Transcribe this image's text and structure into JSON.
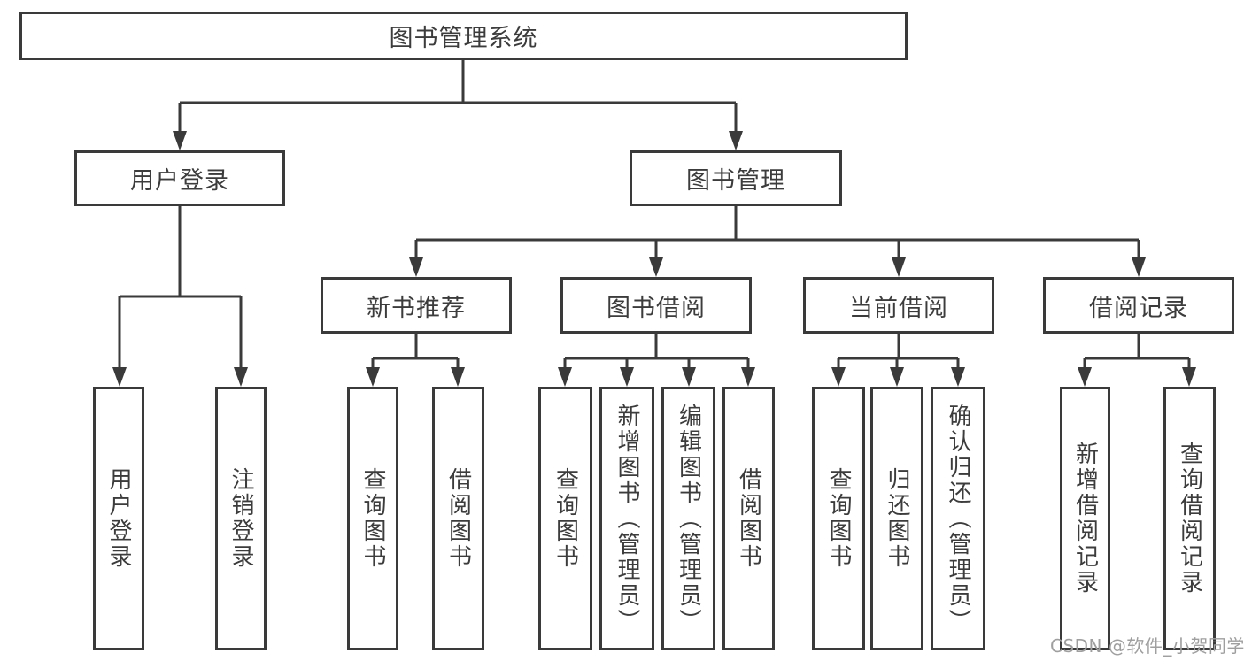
{
  "diagram": {
    "root": "图书管理系统",
    "branches": [
      {
        "label": "用户登录",
        "leaves": [
          "用户登录",
          "注销登录"
        ]
      },
      {
        "label": "图书管理",
        "children": [
          {
            "label": "新书推荐",
            "leaves": [
              "查询图书",
              "借阅图书"
            ]
          },
          {
            "label": "图书借阅",
            "leaves": [
              "查询图书",
              "新增图书（管理员）",
              "编辑图书（管理员）",
              "借阅图书"
            ]
          },
          {
            "label": "当前借阅",
            "leaves": [
              "查询图书",
              "归还图书",
              "确认归还（管理员）"
            ]
          },
          {
            "label": "借阅记录",
            "leaves": [
              "新增借阅记录",
              "查询借阅记录"
            ]
          }
        ]
      }
    ]
  },
  "watermark": "CSDN @软件_小贺同学",
  "colors": {
    "line": "#3a3a3a",
    "text": "#3c3c3c",
    "watermark": "#9f9f9f",
    "background": "#ffffff"
  }
}
